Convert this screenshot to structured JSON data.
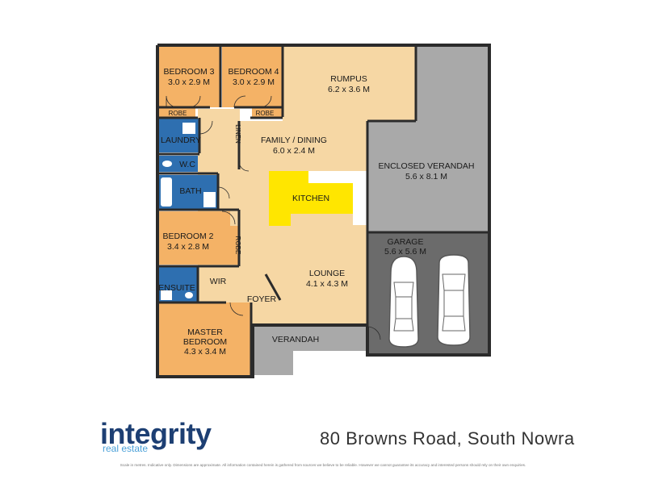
{
  "rooms": {
    "bedroom3": {
      "name": "BEDROOM 3",
      "size": "3.0 x 2.9 M"
    },
    "bedroom4": {
      "name": "BEDROOM 4",
      "size": "3.0 x 2.9 M"
    },
    "rumpus": {
      "name": "RUMPUS",
      "size": "6.2 x 3.6 M"
    },
    "family_dining": {
      "name": "FAMILY / DINING",
      "size": "6.0 x 2.4 M"
    },
    "enclosed_verandah": {
      "name": "ENCLOSED VERANDAH",
      "size": "5.6 x 8.1 M"
    },
    "kitchen": {
      "name": "KITCHEN"
    },
    "laundry": {
      "name": "LAUNDRY"
    },
    "wc": {
      "name": "W.C"
    },
    "bath": {
      "name": "BATH"
    },
    "bedroom2": {
      "name": "BEDROOM 2",
      "size": "3.4 x 2.8 M"
    },
    "garage": {
      "name": "GARAGE",
      "size": "5.6 x 5.6 M"
    },
    "lounge": {
      "name": "LOUNGE",
      "size": "4.1 x 4.3 M"
    },
    "ensuite": {
      "name": "ENSUITE"
    },
    "wir": {
      "name": "WIR"
    },
    "foyer": {
      "name": "FOYER"
    },
    "master_bedroom": {
      "name_line1": "MASTER",
      "name_line2": "BEDROOM",
      "size": "4.3 x 3.4 M"
    },
    "verandah": {
      "name": "VERANDAH"
    }
  },
  "small_labels": {
    "robe_bed3": "ROBE",
    "robe_bed4": "ROBE",
    "linen": "LINEN",
    "robe_bed2": "ROBE"
  },
  "branding": {
    "logo_name": "integrity",
    "logo_tagline": "real estate",
    "address": "80 Browns Road, South Nowra"
  },
  "disclaimer": "Scale in metres. Indicative only. Dimensions are approximate. All information contained herein is gathered from sources we believe to be reliable. However we cannot guarantee its accuracy and interested persons should rely on their own enquiries.",
  "colors": {
    "bedroom": "#f4b266",
    "living": "#f6d7a4",
    "wet_area": "#2e6fb0",
    "kitchen": "#ffe600",
    "verandah": "#a9a9a9",
    "garage": "#6b6b6b",
    "logo": "#1d3f73",
    "logo_accent": "#4aa0d8"
  }
}
